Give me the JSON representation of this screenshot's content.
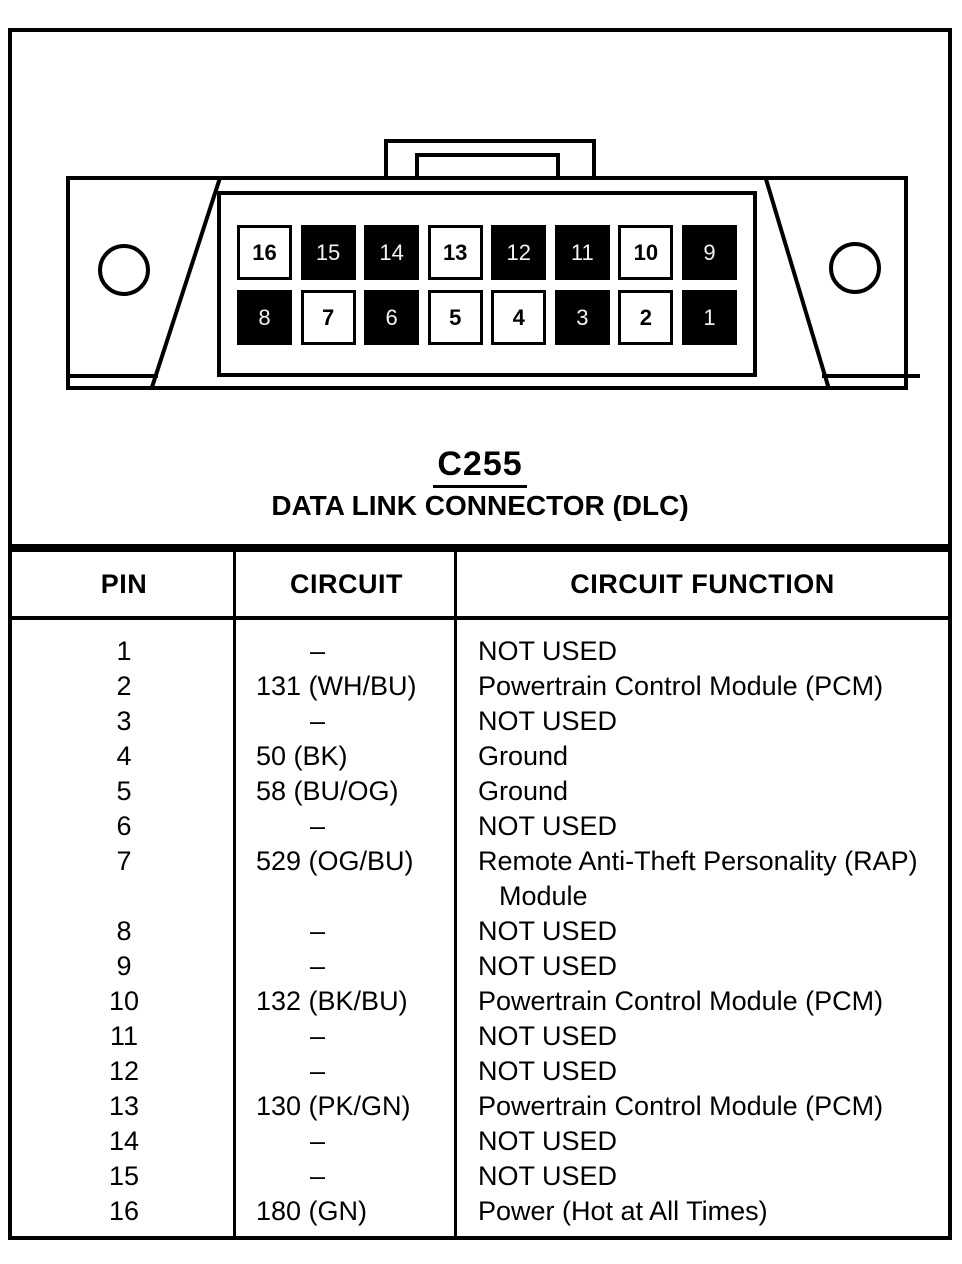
{
  "figure": {
    "connector_id": "C255",
    "connector_title": "DATA LINK CONNECTOR (DLC)",
    "pins": {
      "top_row": [
        {
          "number": "16",
          "used": true
        },
        {
          "number": "15",
          "used": false
        },
        {
          "number": "14",
          "used": false
        },
        {
          "number": "13",
          "used": true
        },
        {
          "number": "12",
          "used": false
        },
        {
          "number": "11",
          "used": false
        },
        {
          "number": "10",
          "used": true
        },
        {
          "number": "9",
          "used": false
        }
      ],
      "bottom_row": [
        {
          "number": "8",
          "used": false
        },
        {
          "number": "7",
          "used": true
        },
        {
          "number": "6",
          "used": false
        },
        {
          "number": "5",
          "used": true
        },
        {
          "number": "4",
          "used": true
        },
        {
          "number": "3",
          "used": false
        },
        {
          "number": "2",
          "used": true
        },
        {
          "number": "1",
          "used": false
        }
      ]
    }
  },
  "table": {
    "headers": [
      "PIN",
      "CIRCUIT",
      "CIRCUIT FUNCTION"
    ],
    "rows": [
      {
        "pin": "1",
        "circuit": "–",
        "function": "NOT USED"
      },
      {
        "pin": "2",
        "circuit": "131 (WH/BU)",
        "function": "Powertrain Control Module (PCM)"
      },
      {
        "pin": "3",
        "circuit": "–",
        "function": "NOT USED"
      },
      {
        "pin": "4",
        "circuit": "50 (BK)",
        "function": "Ground"
      },
      {
        "pin": "5",
        "circuit": "58 (BU/OG)",
        "function": "Ground"
      },
      {
        "pin": "6",
        "circuit": "–",
        "function": "NOT USED"
      },
      {
        "pin": "7",
        "circuit": "529 (OG/BU)",
        "function": "Remote Anti-Theft Personality (RAP)",
        "function_line2": "Module"
      },
      {
        "pin": "8",
        "circuit": "–",
        "function": "NOT USED"
      },
      {
        "pin": "9",
        "circuit": "–",
        "function": "NOT USED"
      },
      {
        "pin": "10",
        "circuit": "132 (BK/BU)",
        "function": "Powertrain Control Module (PCM)"
      },
      {
        "pin": "11",
        "circuit": "–",
        "function": "NOT USED"
      },
      {
        "pin": "12",
        "circuit": "–",
        "function": "NOT USED"
      },
      {
        "pin": "13",
        "circuit": "130 (PK/GN)",
        "function": "Powertrain Control Module (PCM)"
      },
      {
        "pin": "14",
        "circuit": "–",
        "function": "NOT USED"
      },
      {
        "pin": "15",
        "circuit": "–",
        "function": "NOT USED"
      },
      {
        "pin": "16",
        "circuit": "180 (GN)",
        "function": "Power (Hot at All Times)"
      }
    ]
  },
  "colors": {
    "ink": "#000000",
    "paper": "#ffffff",
    "used_pin_fill": "#ffffff",
    "unused_pin_fill": "#000000"
  }
}
